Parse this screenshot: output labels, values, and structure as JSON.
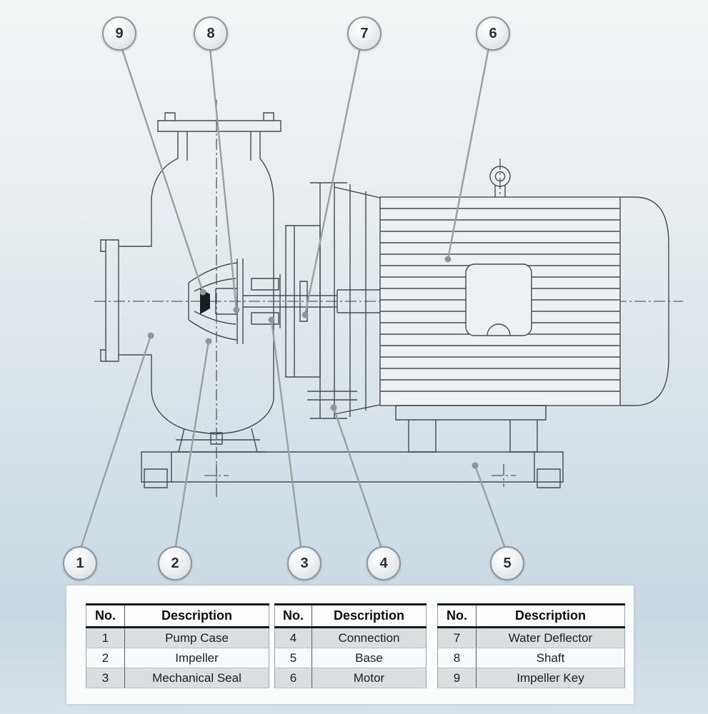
{
  "figure": {
    "kind": "centrifugal-pump-parts-diagram"
  },
  "callouts": [
    {
      "num": "1",
      "part": "Pump Case"
    },
    {
      "num": "2",
      "part": "Impeller"
    },
    {
      "num": "3",
      "part": "Mechanical Seal"
    },
    {
      "num": "4",
      "part": "Connection"
    },
    {
      "num": "5",
      "part": "Base"
    },
    {
      "num": "6",
      "part": "Motor"
    },
    {
      "num": "7",
      "part": "Water Deflector"
    },
    {
      "num": "8",
      "part": "Shaft"
    },
    {
      "num": "9",
      "part": "Impeller Key"
    }
  ],
  "tables": [
    {
      "headers": {
        "no": "No.",
        "description": "Description"
      },
      "rows": [
        {
          "no": "1",
          "description": "Pump Case"
        },
        {
          "no": "2",
          "description": "Impeller"
        },
        {
          "no": "3",
          "description": "Mechanical Seal"
        }
      ]
    },
    {
      "headers": {
        "no": "No.",
        "description": "Description"
      },
      "rows": [
        {
          "no": "4",
          "description": "Connection"
        },
        {
          "no": "5",
          "description": "Base"
        },
        {
          "no": "6",
          "description": "Motor"
        }
      ]
    },
    {
      "headers": {
        "no": "No.",
        "description": "Description"
      },
      "rows": [
        {
          "no": "7",
          "description": "Water Deflector"
        },
        {
          "no": "8",
          "description": "Shaft"
        },
        {
          "no": "9",
          "description": "Impeller Key"
        }
      ]
    }
  ],
  "colors": {
    "drawing_line": "#454b4f",
    "leader_line": "#99a19d",
    "table_row_shade": "#d9dee1",
    "background_top": "#f2f4f5",
    "background_bottom": "#c9d8e2"
  }
}
